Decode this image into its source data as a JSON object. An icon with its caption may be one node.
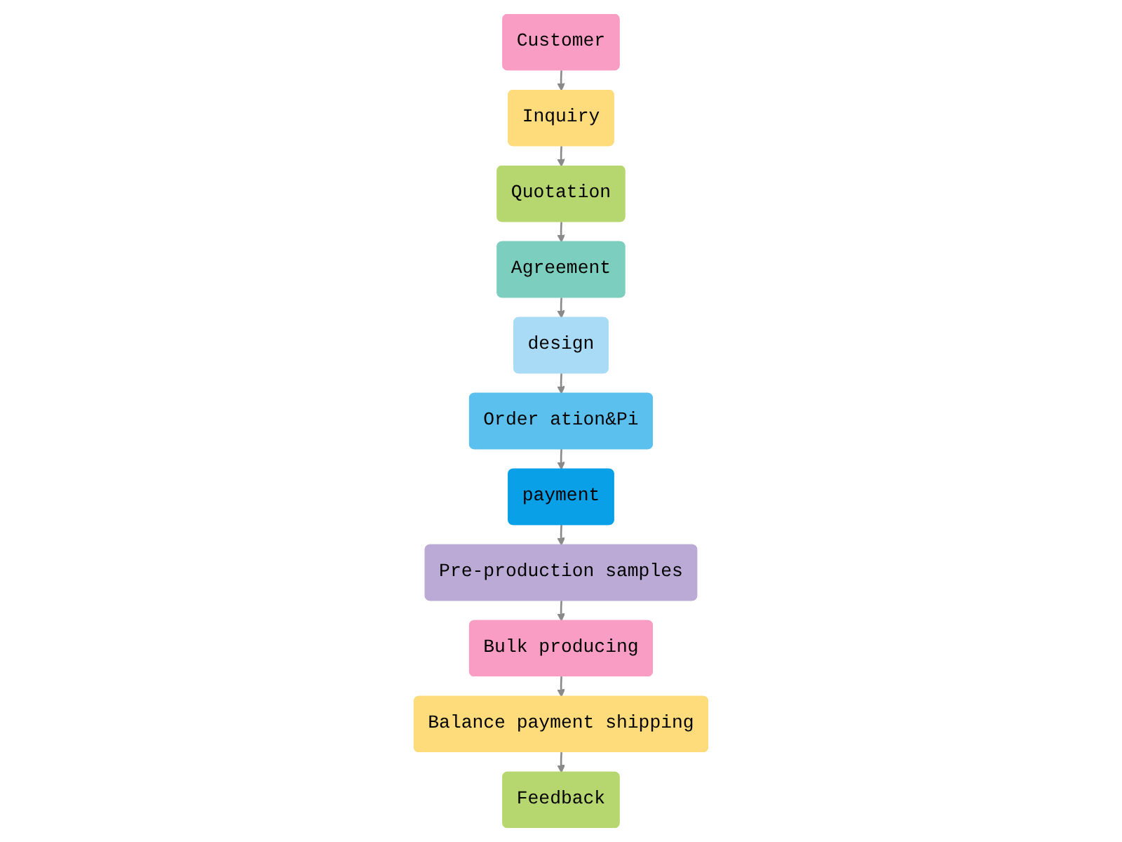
{
  "diagram": {
    "nodes": [
      {
        "text": [
          "Customer"
        ]
      },
      {
        "text": [
          "Inquiry"
        ]
      },
      {
        "text": [
          "Quotation"
        ]
      },
      {
        "text": [
          "Agreement"
        ]
      },
      {
        "text": [
          "payment"
        ]
      },
      {
        "text": [
          "Order ation&Pi"
        ]
      },
      {
        "text": [
          "design"
        ]
      },
      {
        "text": [
          "Pre-production samples"
        ]
      },
      {
        "text": [
          "Bulk producing"
        ]
      },
      {
        "text": [
          "Balance payment shipping"
        ]
      },
      {
        "text": [
          "Feedback"
        ]
      }
    ],
    "edges": [
      {
        "from": 0,
        "to": 1,
        "arrow": "to"
      },
      {
        "from": 1,
        "to": 2,
        "arrow": "to"
      },
      {
        "from": 2,
        "to": 3,
        "arrow": "to"
      },
      {
        "from": 3,
        "to": 6,
        "arrow": "to"
      },
      {
        "from": 6,
        "to": 5,
        "arrow": "to"
      },
      {
        "from": 5,
        "to": 4,
        "arrow": "to"
      },
      {
        "from": 4,
        "to": 7,
        "arrow": "to"
      },
      {
        "from": 7,
        "to": 8,
        "arrow": "to"
      },
      {
        "from": 8,
        "to": 9,
        "arrow": "to"
      },
      {
        "from": 9,
        "to": 10,
        "arrow": "to"
      }
    ]
  }
}
